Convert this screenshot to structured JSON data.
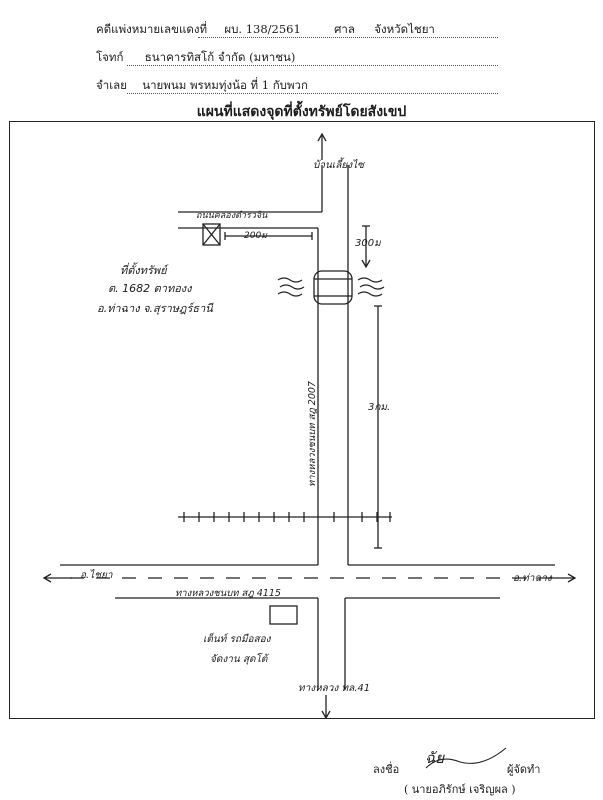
{
  "header": {
    "case_label": "คดีแพ่งหมายเลขแดงที่",
    "case_number": "ผบ. 138/2561",
    "court_label": "ศาล",
    "court_name": "จังหวัดไชยา",
    "plaintiff_label": "โจทก์",
    "plaintiff_name": "ธนาคารทิสโก้  จำกัด (มหาชน)",
    "defendant_label": "จำเลย",
    "defendant_name": "นายพนม  พรหมทุ่งน้อ  ที่ 1 กับพวก"
  },
  "map": {
    "title": "แผนที่แสดงจุดที่ตั้งทรัพย์โดยสังเขป",
    "north_road": "บ้านเลี้ยงไซ",
    "top_road": "ถนนคลองตำรวจิน",
    "dist_horizontal": "200ม",
    "dist_vertical_short": "300ม",
    "dist_vertical_long": "3กม.",
    "property_label": "ที่ตั้งทรัพย์",
    "property_deed": "ต. 1682  ตาทองง",
    "property_location": "อ.ท่าฉาง  จ.สุราษฎร์ธานี",
    "vertical_road": "ทางหลวงชนบท สฎ 2007",
    "west_label": "อ.ไชยา",
    "east_label": "อ.ท่าฉาง",
    "bottom_road": "ทางหลวงชนบท สฎ 4115",
    "landmark_line1": "เต็นท์ รถมือสอง",
    "landmark_line2": "จัดงาน สุดโต้",
    "south_road": "ทางหลวง ทล.41"
  },
  "signature": {
    "sign_label": "ลงชื่อ",
    "signature_mark": "ฉัย",
    "role_label": "ผู้จัดทำ",
    "signer_name": "( นายอภิรักษ์  เจริญผล )"
  }
}
